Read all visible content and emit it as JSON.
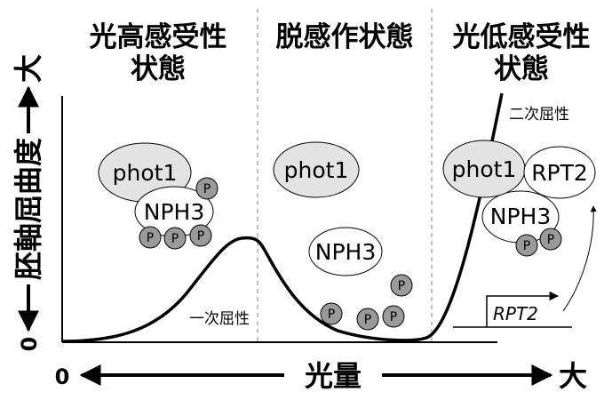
{
  "regions": [
    {
      "title_lines": [
        "光高感受性",
        "状態"
      ]
    },
    {
      "title_lines": [
        "脱感作状態"
      ]
    },
    {
      "title_lines": [
        "光低感受性",
        "状態"
      ]
    }
  ],
  "y_axis": {
    "label": "胚軸屈曲度",
    "min_label": "0",
    "max_label": "大"
  },
  "x_axis": {
    "label": "光量",
    "min_label": "0",
    "max_label": "大"
  },
  "curve_labels": {
    "first": "一次屈性",
    "second": "二次屈性"
  },
  "molecules": {
    "phot1": "phot1",
    "nph3": "NPH3",
    "rpt2": "RPT2",
    "phospho": "P"
  },
  "gene": {
    "label": "RPT2"
  },
  "colors": {
    "phot1_fill": "#e3e3e3",
    "phospho_fill": "#9a9a9a",
    "outline": "#000000",
    "divider": "#999999"
  }
}
